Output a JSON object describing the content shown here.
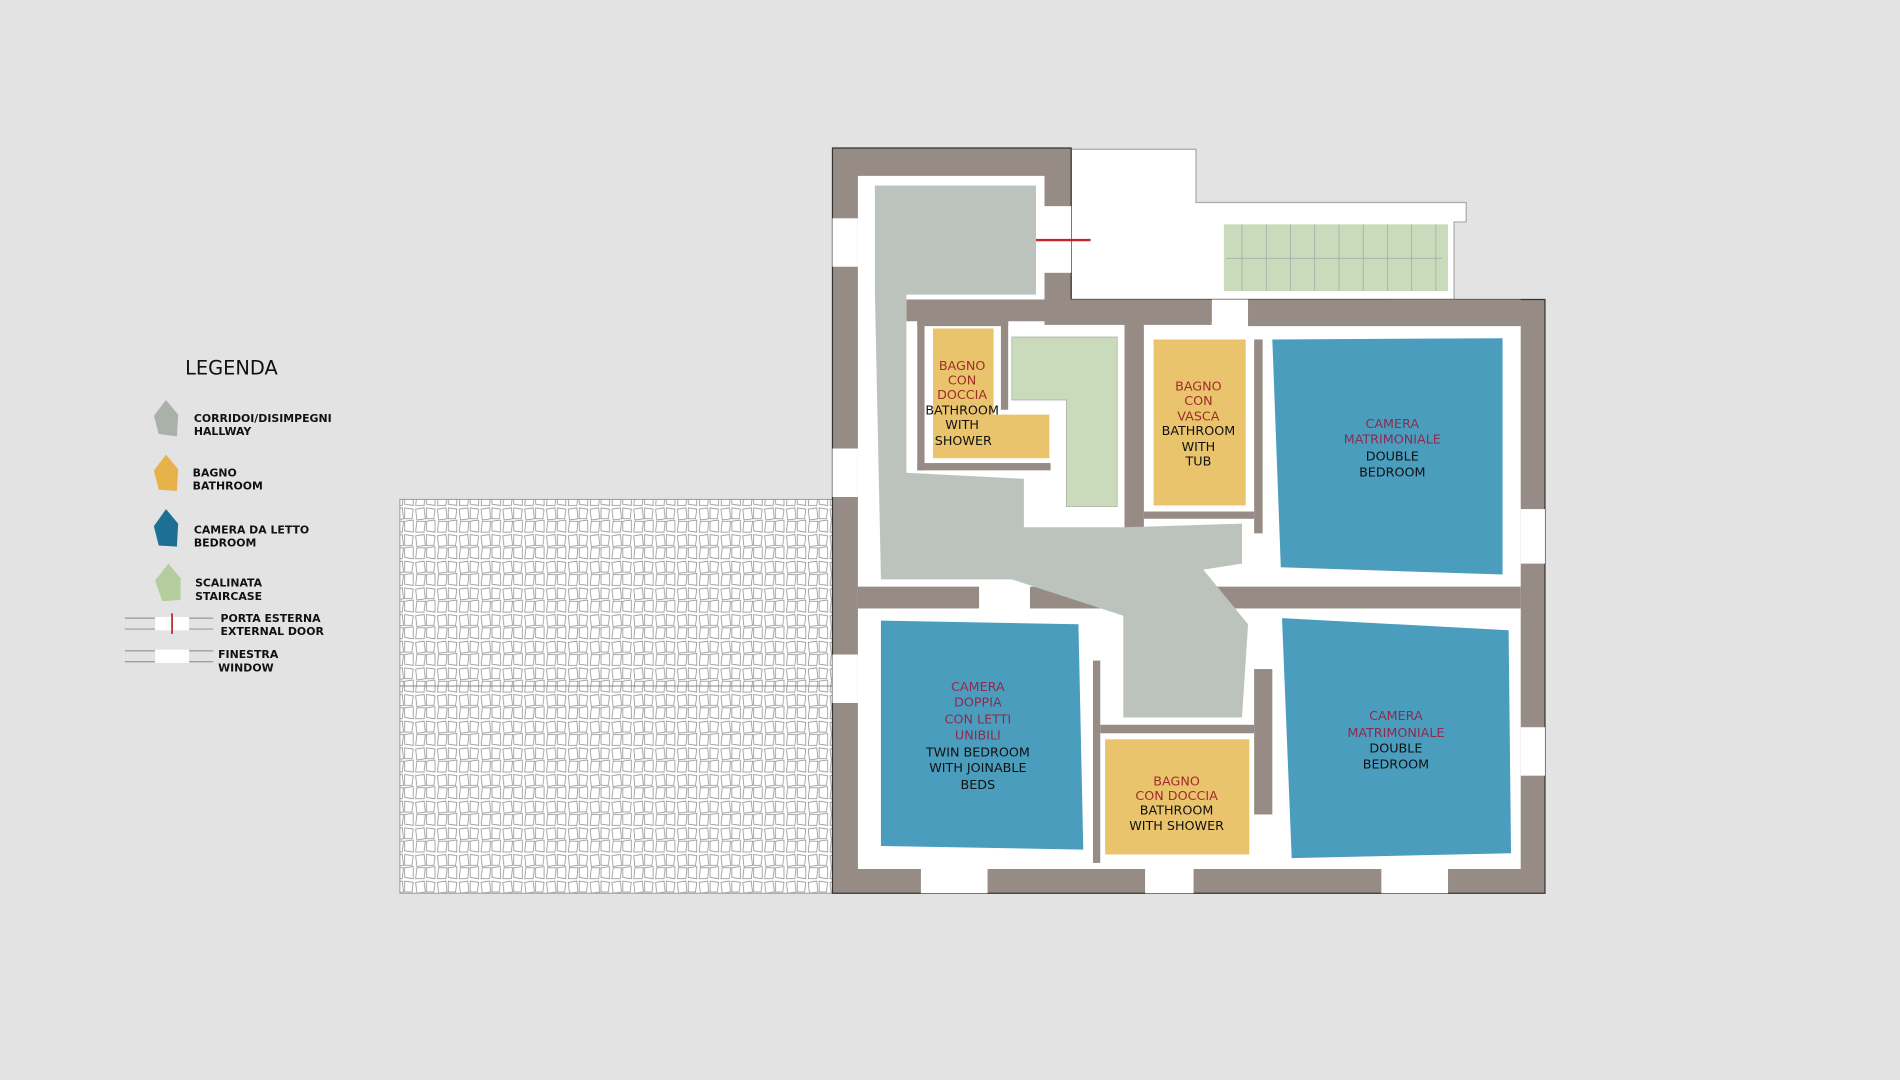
{
  "legend": {
    "title": "LEGENDA",
    "items": [
      {
        "it": "CORRIDOI/DISIMPEGNI",
        "en": "HALLWAY",
        "color": "#a9b1a9"
      },
      {
        "it": "BAGNO",
        "en": "BATHROOM",
        "color": "#e8b24a"
      },
      {
        "it": "CAMERA DA LETTO",
        "en": "BEDROOM",
        "color": "#1e6f94"
      },
      {
        "it": "SCALINATA",
        "en": "STAIRCASE",
        "color": "#b5cc9f"
      },
      {
        "it": "PORTA ESTERNA",
        "en": "EXTERNAL DOOR"
      },
      {
        "it": "FINESTRA",
        "en": "WINDOW"
      }
    ]
  },
  "colors": {
    "hallway": "#bcc3bc",
    "bathroom": "#e9c46c",
    "bedroom": "#4b9dbd",
    "staircase": "#cadbbb",
    "wall": "#968c85",
    "background": "#e3e3e3"
  },
  "rooms": {
    "bath1": {
      "it": [
        "BAGNO",
        "CON",
        "DOCCIA"
      ],
      "en": [
        "BATHROOM",
        "WITH",
        "SHOWER"
      ]
    },
    "bath2": {
      "it": [
        "BAGNO",
        "CON",
        "VASCA"
      ],
      "en": [
        "BATHROOM",
        "WITH",
        "TUB"
      ]
    },
    "bed1": {
      "it": [
        "CAMERA",
        "MATRIMONIALE"
      ],
      "en": [
        "DOUBLE",
        "BEDROOM"
      ]
    },
    "twin": {
      "it": [
        "CAMERA",
        "DOPPIA",
        "CON LETTI",
        "UNIBILI"
      ],
      "en": [
        "TWIN BEDROOM",
        "WITH JOINABLE",
        "BEDS"
      ]
    },
    "bath3": {
      "it": [
        "BAGNO",
        "CON DOCCIA"
      ],
      "en": [
        "BATHROOM",
        "WITH SHOWER"
      ]
    },
    "bed2": {
      "it": [
        "CAMERA",
        "MATRIMONIALE"
      ],
      "en": [
        "DOUBLE",
        "BEDROOM"
      ]
    }
  }
}
